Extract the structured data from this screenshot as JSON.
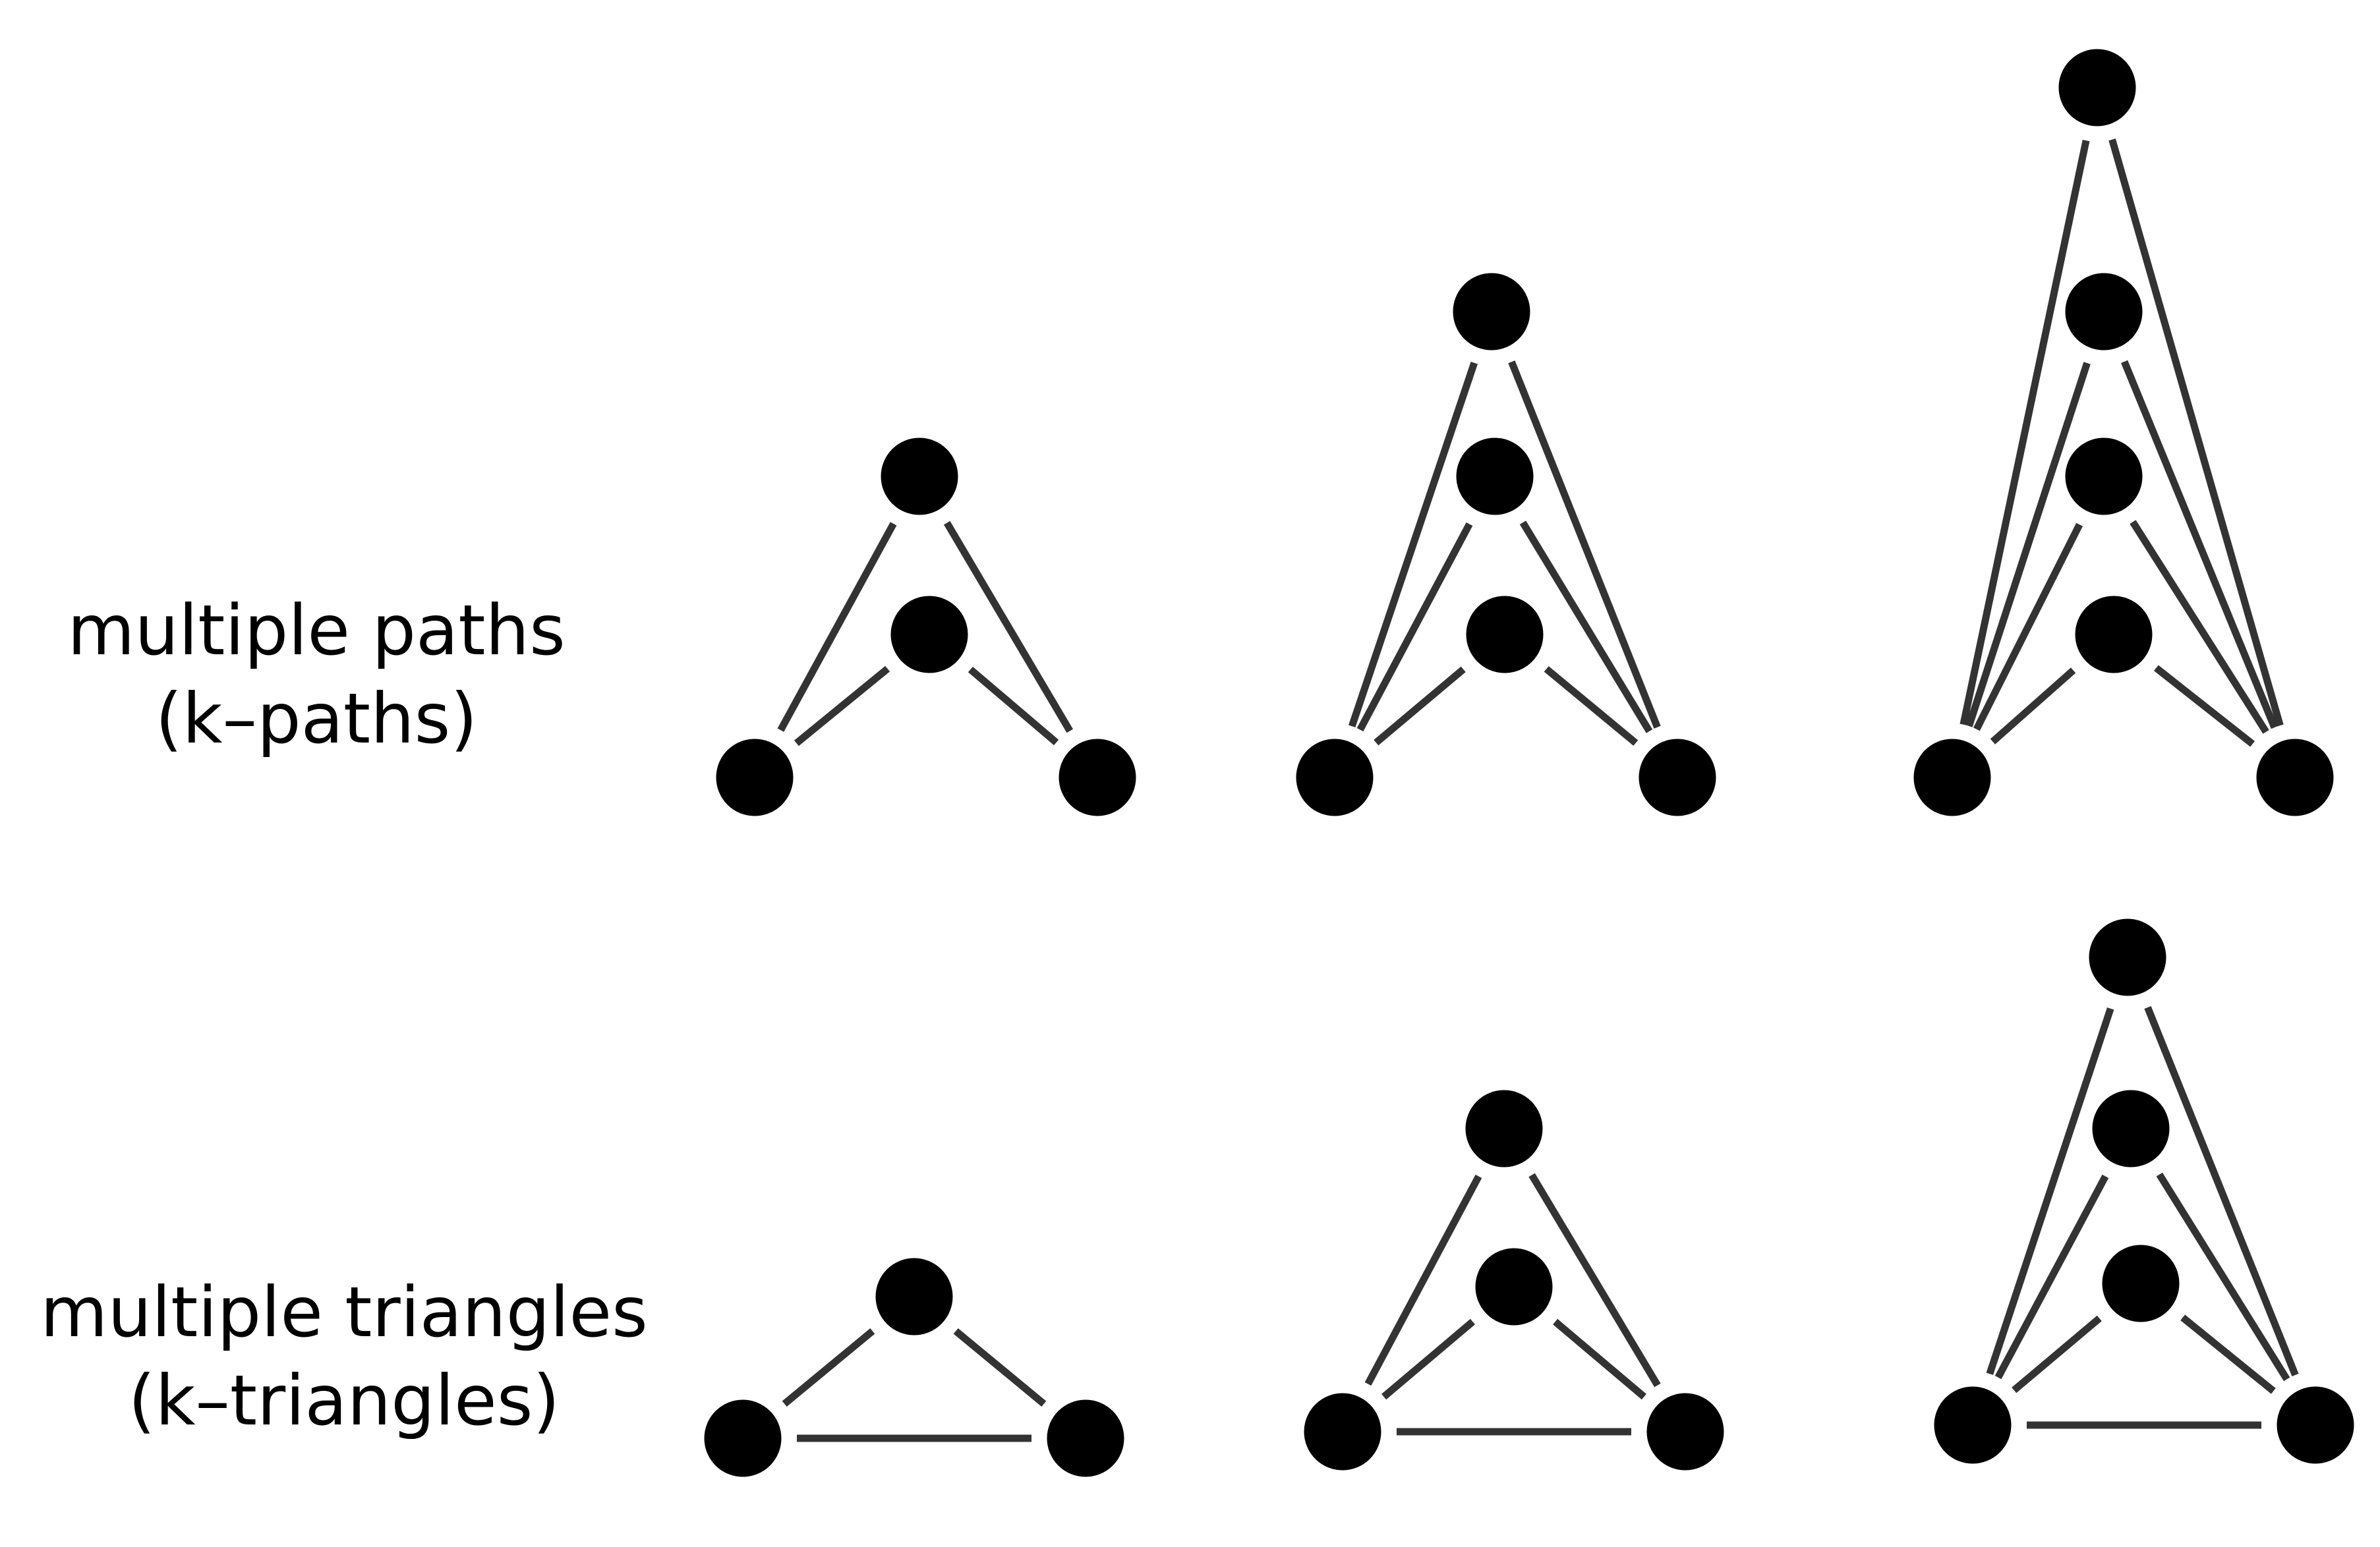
{
  "rows": [
    {
      "title": "multiple paths",
      "subtitle": "(k–paths)",
      "graphs": [
        {
          "nodes": [
            "top",
            "m1",
            "left",
            "right"
          ],
          "edges": [
            [
              "top",
              "left"
            ],
            [
              "top",
              "right"
            ],
            [
              "m1",
              "left"
            ],
            [
              "m1",
              "right"
            ]
          ]
        },
        {
          "nodes": [
            "top",
            "m1",
            "m2",
            "left",
            "right"
          ],
          "edges": [
            [
              "top",
              "left"
            ],
            [
              "top",
              "right"
            ],
            [
              "m1",
              "left"
            ],
            [
              "m1",
              "right"
            ],
            [
              "m2",
              "left"
            ],
            [
              "m2",
              "right"
            ]
          ]
        },
        {
          "nodes": [
            "top",
            "m1",
            "m2",
            "m3",
            "left",
            "right"
          ],
          "edges": [
            [
              "top",
              "left"
            ],
            [
              "top",
              "right"
            ],
            [
              "m1",
              "left"
            ],
            [
              "m1",
              "right"
            ],
            [
              "m2",
              "left"
            ],
            [
              "m2",
              "right"
            ],
            [
              "m3",
              "left"
            ],
            [
              "m3",
              "right"
            ]
          ]
        }
      ]
    },
    {
      "title": "multiple triangles",
      "subtitle": "(k–triangles)",
      "graphs": [
        {
          "nodes": [
            "top",
            "left",
            "right"
          ],
          "edges": [
            [
              "top",
              "left"
            ],
            [
              "top",
              "right"
            ],
            [
              "left",
              "right"
            ]
          ]
        },
        {
          "nodes": [
            "top",
            "m1",
            "left",
            "right"
          ],
          "edges": [
            [
              "top",
              "left"
            ],
            [
              "top",
              "right"
            ],
            [
              "m1",
              "left"
            ],
            [
              "m1",
              "right"
            ],
            [
              "left",
              "right"
            ]
          ]
        },
        {
          "nodes": [
            "top",
            "m1",
            "m2",
            "left",
            "right"
          ],
          "edges": [
            [
              "top",
              "left"
            ],
            [
              "top",
              "right"
            ],
            [
              "m1",
              "left"
            ],
            [
              "m1",
              "right"
            ],
            [
              "m2",
              "left"
            ],
            [
              "m2",
              "right"
            ],
            [
              "left",
              "right"
            ]
          ]
        }
      ]
    }
  ],
  "colors": {
    "node": "#000000",
    "edge": "#333333",
    "background": "#ffffff"
  }
}
